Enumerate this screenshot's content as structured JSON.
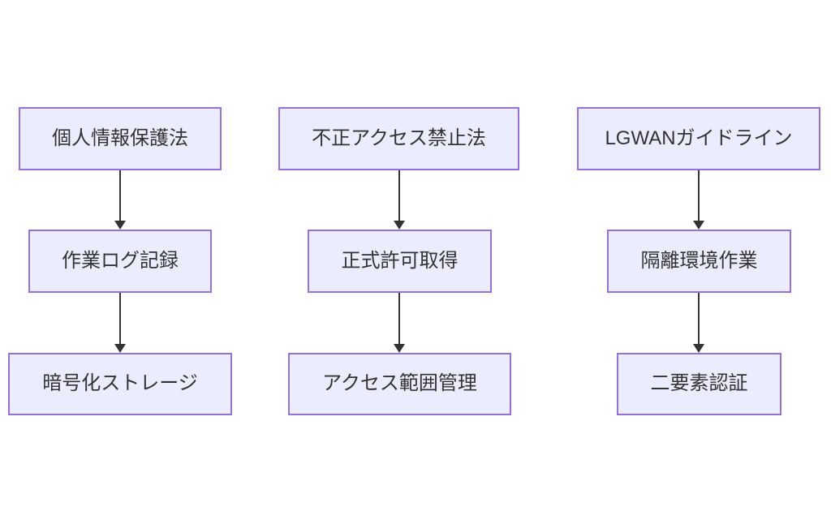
{
  "columns": [
    {
      "nodes": [
        {
          "label": "個人情報保護法"
        },
        {
          "label": "作業ログ記録"
        },
        {
          "label": "暗号化ストレージ"
        }
      ]
    },
    {
      "nodes": [
        {
          "label": "不正アクセス禁止法"
        },
        {
          "label": "正式許可取得"
        },
        {
          "label": "アクセス範囲管理"
        }
      ]
    },
    {
      "nodes": [
        {
          "label": "LGWANガイドライン"
        },
        {
          "label": "隔離環境作業"
        },
        {
          "label": "二要素認証"
        }
      ]
    }
  ],
  "colors": {
    "node_fill": "#ECECFF",
    "node_border": "#9370DB",
    "text": "#333333",
    "arrow": "#333333"
  }
}
